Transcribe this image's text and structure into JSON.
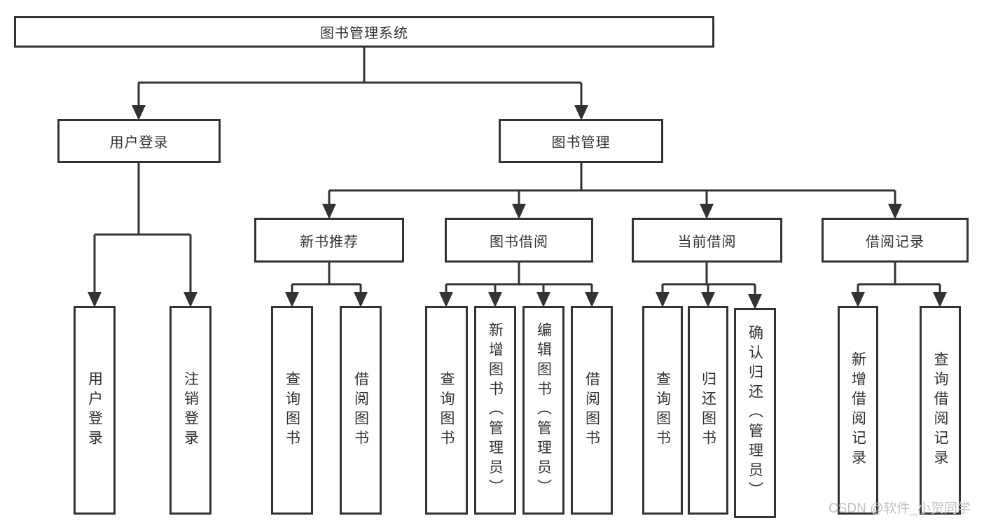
{
  "diagram": {
    "title": "图书管理系统",
    "level2": {
      "user_login": "用户登录",
      "book_management": "图书管理"
    },
    "level3": {
      "new_book_recommend": "新书推荐",
      "book_borrowing": "图书借阅",
      "current_borrowing": "当前借阅",
      "borrowing_records": "借阅记录"
    },
    "leaves": {
      "user_login": "用户登录",
      "logout": "注销登录",
      "recommend_query_books": "查询图书",
      "recommend_borrow_books": "借阅图书",
      "borrowing_query_books": "查询图书",
      "borrowing_add_books": "新增图书（管理员）",
      "borrowing_edit_books": "编辑图书（管理员）",
      "borrowing_borrow_books": "借阅图书",
      "current_query_books": "查询图书",
      "current_return_books": "归还图书",
      "current_confirm_return": "确认归还（管理员）",
      "records_add_record": "新增借阅记录",
      "records_query_record": "查询借阅记录"
    }
  },
  "watermark": "CSDN @软件_小贺同学",
  "colors": {
    "line": "#333333",
    "border": "#333333",
    "text": "#333333",
    "watermark_color": "#c2c2c2",
    "background": "#ffffff"
  }
}
